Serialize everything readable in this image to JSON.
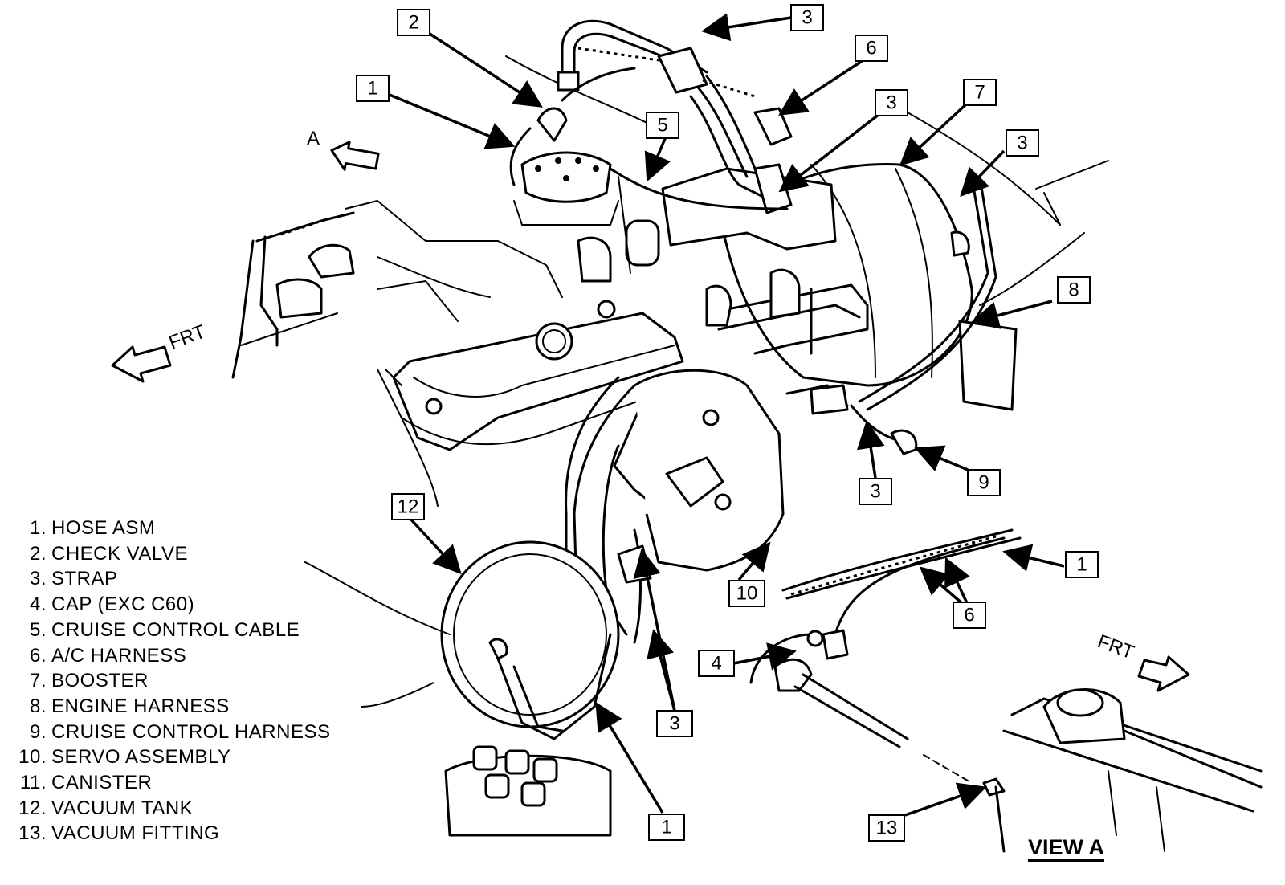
{
  "view_a_marker": "A",
  "front_label_main": "FRT",
  "front_label_view": "FRT",
  "view_label": "VIEW A",
  "callouts": [
    {
      "id": "c2-top",
      "text": "2"
    },
    {
      "id": "c3-top",
      "text": "3"
    },
    {
      "id": "c6-top",
      "text": "6"
    },
    {
      "id": "c1-upper",
      "text": "1"
    },
    {
      "id": "c5",
      "text": "5"
    },
    {
      "id": "c3-mid",
      "text": "3"
    },
    {
      "id": "c7",
      "text": "7"
    },
    {
      "id": "c3-right",
      "text": "3"
    },
    {
      "id": "c8",
      "text": "8"
    },
    {
      "id": "c12",
      "text": "12"
    },
    {
      "id": "c3-low",
      "text": "3"
    },
    {
      "id": "c9",
      "text": "9"
    },
    {
      "id": "c1-view",
      "text": "1"
    },
    {
      "id": "c10",
      "text": "10"
    },
    {
      "id": "c6-view",
      "text": "6"
    },
    {
      "id": "c4",
      "text": "4"
    },
    {
      "id": "c3-bottom",
      "text": "3"
    },
    {
      "id": "c1-bottom",
      "text": "1"
    },
    {
      "id": "c13",
      "text": "13"
    }
  ],
  "legend": [
    {
      "num": "1.",
      "label": "HOSE ASM"
    },
    {
      "num": "2.",
      "label": "CHECK VALVE"
    },
    {
      "num": "3.",
      "label": "STRAP"
    },
    {
      "num": "4.",
      "label": "CAP (EXC C60)"
    },
    {
      "num": "5.",
      "label": "CRUISE CONTROL CABLE"
    },
    {
      "num": "6.",
      "label": "A/C HARNESS"
    },
    {
      "num": "7.",
      "label": "BOOSTER"
    },
    {
      "num": "8.",
      "label": "ENGINE HARNESS"
    },
    {
      "num": "9.",
      "label": "CRUISE CONTROL HARNESS"
    },
    {
      "num": "10.",
      "label": "SERVO ASSEMBLY"
    },
    {
      "num": "11.",
      "label": "CANISTER"
    },
    {
      "num": "12.",
      "label": "VACUUM TANK"
    },
    {
      "num": "13.",
      "label": "VACUUM FITTING"
    }
  ]
}
